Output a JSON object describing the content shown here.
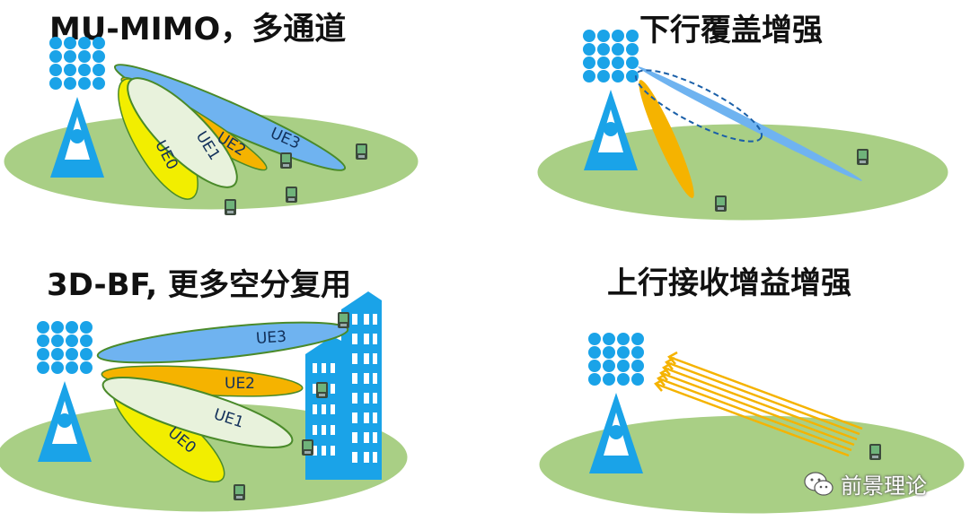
{
  "panels": {
    "mu_mimo": {
      "title": "MU-MIMO，多通道",
      "labels": [
        "UE0",
        "UE1",
        "UE2",
        "UE3"
      ]
    },
    "downlink": {
      "title": "下行覆盖增强"
    },
    "bf3d": {
      "title": "3D-BF, 更多空分复用",
      "labels": [
        "UE3",
        "UE2",
        "UE1",
        "UE0"
      ]
    },
    "uplink": {
      "title": "上行接收增益增强"
    }
  },
  "watermark": {
    "text": "前景理论",
    "icon": "wechat-icon"
  },
  "colors": {
    "ground": "#a9cf85",
    "ground_edge": "#ffffff",
    "tower": "#1aa3e8",
    "beam_blue": "#6fb3f0",
    "beam_yellow": "#f2ee00",
    "beam_orange": "#f5b300",
    "beam_green": "#e8f2dc",
    "beam_edge": "#4a8a2a"
  }
}
